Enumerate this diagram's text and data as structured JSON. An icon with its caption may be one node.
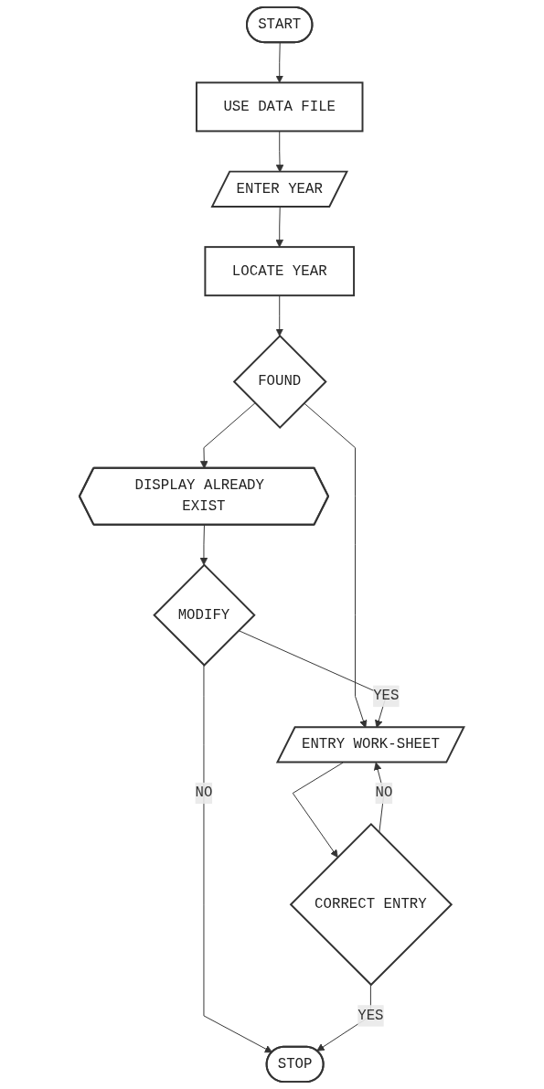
{
  "diagram": {
    "nodes": [
      {
        "text": [
          "START"
        ]
      },
      {
        "text": [
          "USE DATA FILE"
        ]
      },
      {
        "text": [
          "ENTER YEAR"
        ]
      },
      {
        "text": [
          "LOCATE YEAR"
        ]
      },
      {
        "text": [
          "FOUND"
        ]
      },
      {
        "text": [
          "DISPLAY ALREADY EXIST"
        ]
      },
      {
        "text": [
          "MODIFY"
        ]
      },
      {
        "text": [
          "ENTRY WORK-SHEET"
        ]
      },
      {
        "text": [
          "CORRECT ENTRY"
        ]
      },
      {
        "text": [
          "STOP"
        ]
      }
    ],
    "edges": [
      {
        "from": 0,
        "to": 1,
        "arrow": "to"
      },
      {
        "from": 1,
        "to": 2,
        "arrow": "to"
      },
      {
        "from": 2,
        "to": 3,
        "arrow": "to"
      },
      {
        "from": 3,
        "to": 4,
        "arrow": "to"
      },
      {
        "from": 4,
        "to": 5,
        "arrow": "to"
      },
      {
        "from": 5,
        "to": 6,
        "arrow": "to"
      },
      {
        "from": 4,
        "to": 7,
        "arrow": "to"
      },
      {
        "from": 6,
        "to": 7,
        "label": "YES",
        "arrow": "to"
      },
      {
        "from": 6,
        "to": 9,
        "label": "NO",
        "arrow": "to"
      },
      {
        "from": 7,
        "to": 8,
        "arrow": "to"
      },
      {
        "from": 8,
        "to": 7,
        "label": "NO",
        "arrow": "to"
      },
      {
        "from": 8,
        "to": 9,
        "label": "YES",
        "arrow": "to"
      }
    ]
  }
}
